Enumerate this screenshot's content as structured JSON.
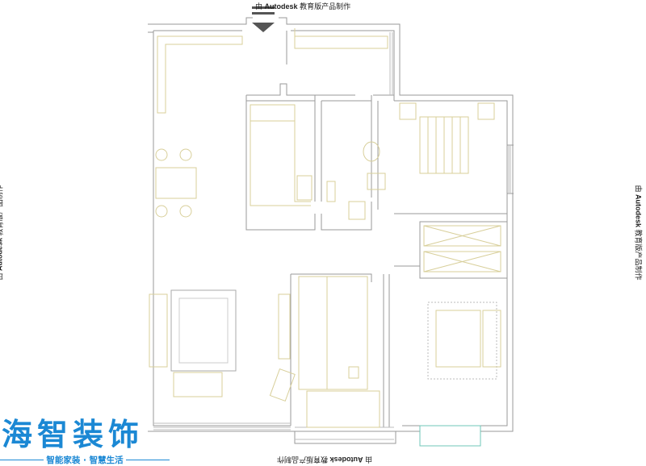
{
  "watermark": {
    "prefix": "由",
    "brand": "Autodesk",
    "suffix": "教育版产品制作"
  },
  "logo": {
    "title": "海智装饰",
    "slogan": "智能家装 · 智慧生活"
  },
  "colors": {
    "wall": "#9a9a9a",
    "furniture": "#d8cf9a",
    "logo": "#1b88d4",
    "accent": "#6fc7b8"
  }
}
